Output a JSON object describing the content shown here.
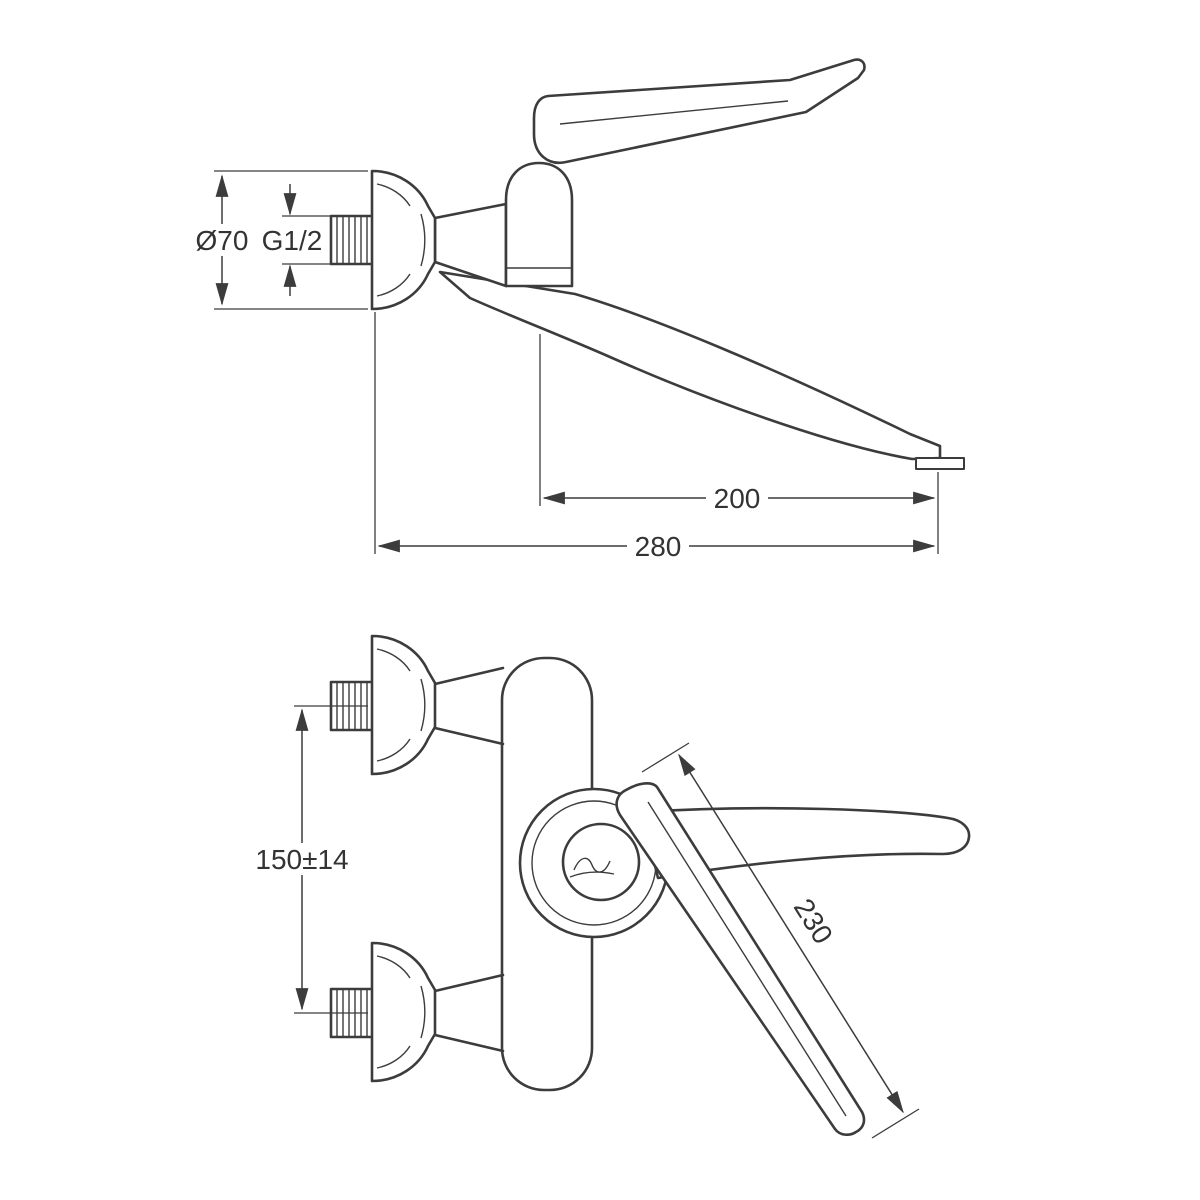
{
  "colors": {
    "line": "#3c3c3c",
    "text": "#333333",
    "background": "#ffffff"
  },
  "drawing": {
    "type": "technical_dimension_drawing",
    "subject": "wall-mounted lever basin mixer",
    "views": {
      "side": {
        "dimensions": {
          "flange_diameter": "Ø70",
          "inlet_thread": "G1/2",
          "spout_reach": "200",
          "total_depth": "280"
        }
      },
      "front": {
        "dimensions": {
          "inlet_spacing": "150±14",
          "lever_length": "230"
        }
      }
    }
  }
}
